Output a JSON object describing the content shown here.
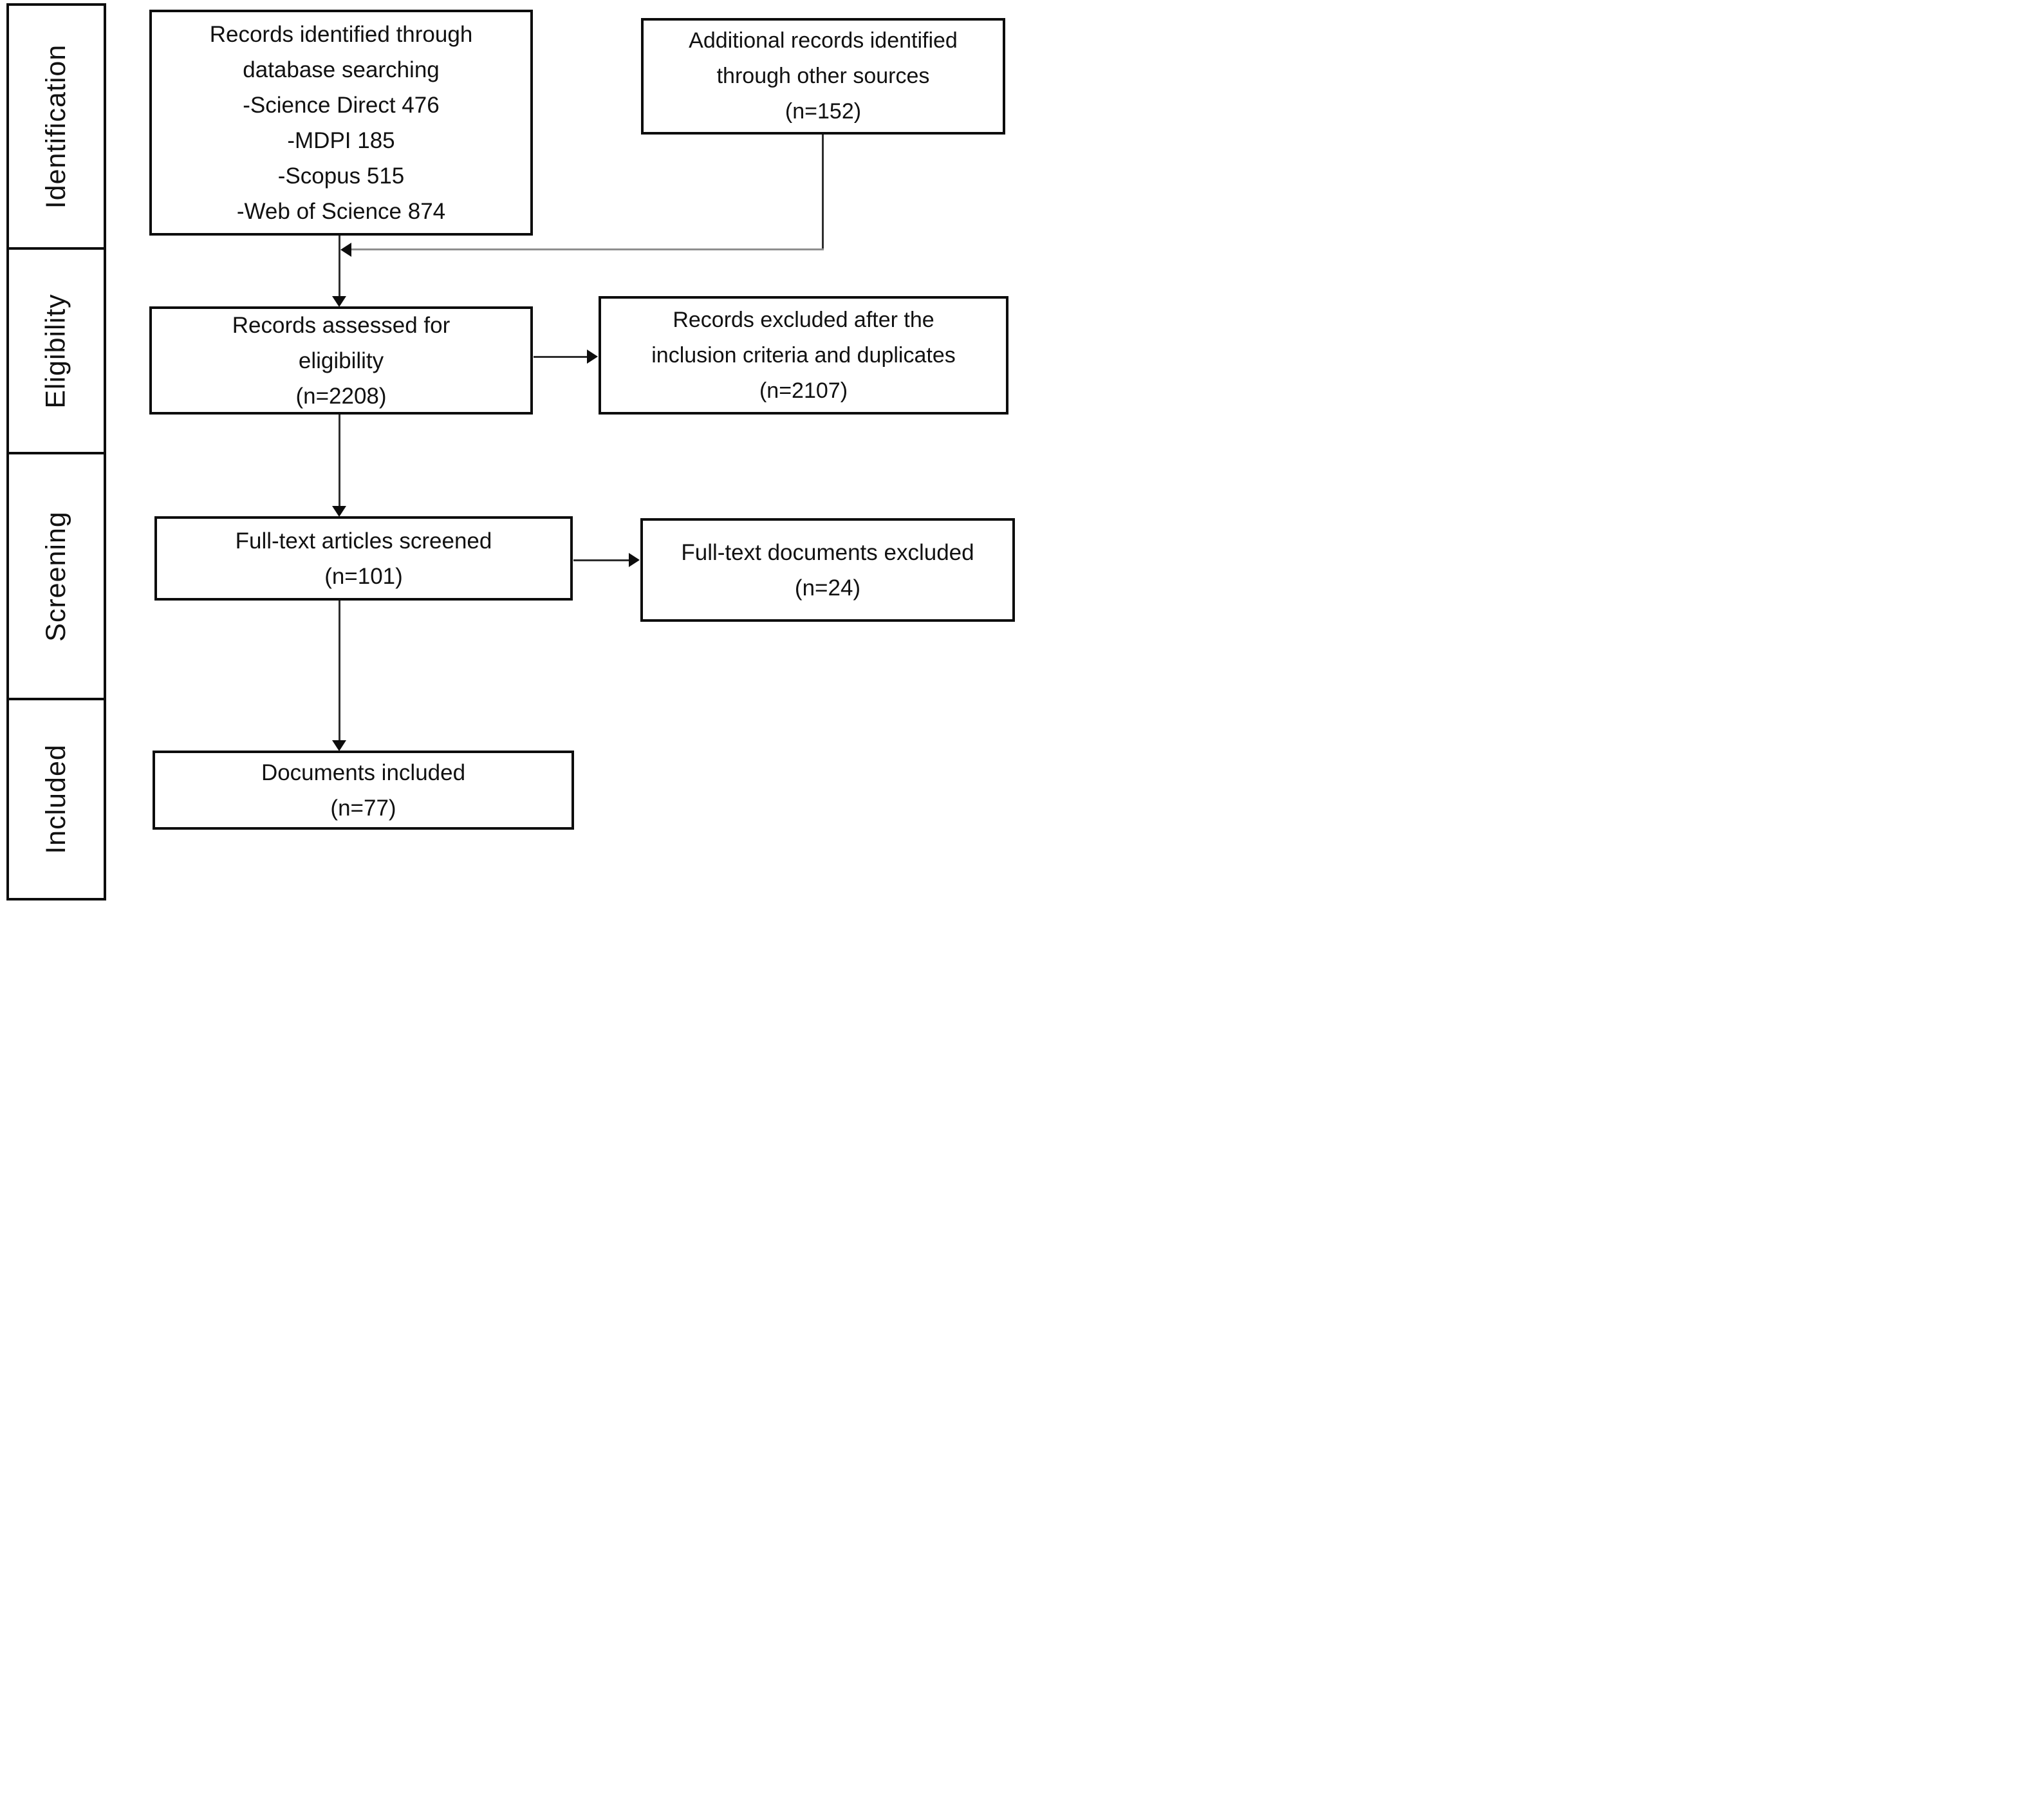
{
  "figure": {
    "type": "prisma-flow-diagram"
  },
  "stages": [
    {
      "id": "identification",
      "label": "Identification"
    },
    {
      "id": "eligibility",
      "label": "Eligibility"
    },
    {
      "id": "screening",
      "label": "Screening"
    },
    {
      "id": "included",
      "label": "Included"
    }
  ],
  "boxes": {
    "records_identified": {
      "lines": [
        "Records identified through",
        "database searching",
        "-Science Direct 476",
        "-MDPI 185",
        "-Scopus 515",
        "-Web of Science 874"
      ]
    },
    "additional_records": {
      "lines": [
        "Additional records identified",
        "through other sources",
        "(n=152)"
      ]
    },
    "records_assessed": {
      "lines": [
        "Records assessed for",
        "eligibility",
        "(n=2208)"
      ]
    },
    "records_excluded": {
      "lines": [
        "Records excluded after the",
        "inclusion criteria and duplicates",
        "(n=2107)"
      ]
    },
    "fulltext_screened": {
      "lines": [
        "Full-text articles screened",
        "(n=101)"
      ]
    },
    "fulltext_excluded": {
      "lines": [
        "Full-text documents excluded",
        "(n=24)"
      ]
    },
    "documents_included": {
      "lines": [
        "Documents included",
        "(n=77)"
      ]
    }
  },
  "colors": {
    "box_border": "#0d0d0d",
    "text": "#111111",
    "connector_dark": "#2e2e2e",
    "connector_light": "#8f8f8f",
    "background": "#ffffff"
  }
}
